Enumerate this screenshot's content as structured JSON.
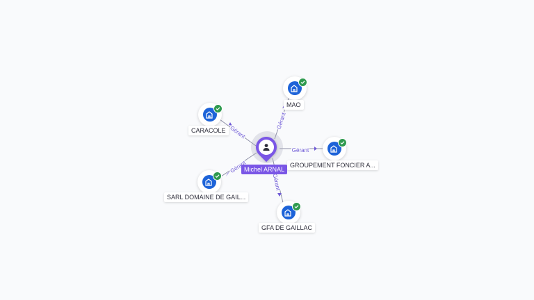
{
  "person": {
    "name": "Michel ARNAL",
    "icon": "person-icon",
    "color": "#7a56e6"
  },
  "relation_label": "Gérant",
  "companies": [
    {
      "id": "mao",
      "name": "MAO",
      "verified": true
    },
    {
      "id": "caracole",
      "name": "CARACOLE",
      "verified": true
    },
    {
      "id": "groupement",
      "name": "GROUPEMENT FONCIER A...",
      "verified": true
    },
    {
      "id": "sarl",
      "name": "SARL DOMAINE DE GAIL...",
      "verified": true
    },
    {
      "id": "gfa",
      "name": "GFA DE GAILLAC",
      "verified": true
    }
  ],
  "icons": {
    "company": "building-icon",
    "verified": "check-badge-icon"
  },
  "colors": {
    "company": "#1d63d8",
    "verified": "#2f9a4f",
    "edge_label": "#6f5ad6"
  }
}
